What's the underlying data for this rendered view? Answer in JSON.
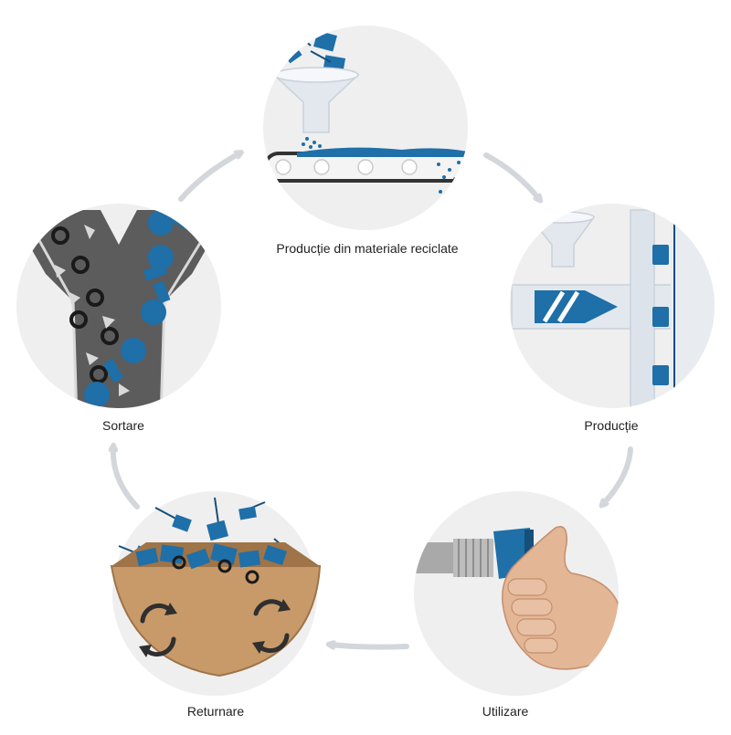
{
  "steps": [
    {
      "id": "recycled-production",
      "label": "Producție din materiale reciclate"
    },
    {
      "id": "production",
      "label": "Producție"
    },
    {
      "id": "usage",
      "label": "Utilizare"
    },
    {
      "id": "returning",
      "label": "Returnare"
    },
    {
      "id": "sorting",
      "label": "Sortare"
    }
  ],
  "colors": {
    "circle_fill": "#efefef",
    "arrow": "#d3d7dc",
    "plastic_blue": "#1f6fa8",
    "plastic_dark": "#154f7a",
    "box_brown": "#c89a6a",
    "box_dark": "#9e7448",
    "machine_light": "#e3e8ee",
    "belt_dark": "#333333",
    "chute_grey": "#5c5c5c",
    "skin": "#e3b696"
  }
}
